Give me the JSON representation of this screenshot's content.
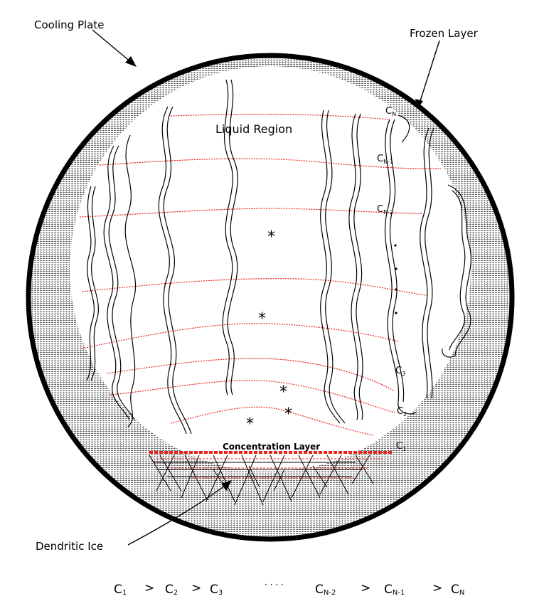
{
  "labels": {
    "cooling_plate": "Cooling Plate",
    "frozen_layer": "Frozen Layer",
    "liquid_region": "Liquid Region",
    "concentration_layer": "Concentration Layer",
    "dendritic_ice": "Dendritic Ice"
  },
  "contour_labels": {
    "cn": "C",
    "cn_sub": "N",
    "cn1": "C",
    "cn1_sub": "N-1",
    "cn2": "C",
    "cn2_sub": "N-2",
    "c3": "C",
    "c3_sub": "3",
    "c2": "C",
    "c2_sub": "2",
    "c1": "C",
    "c1_sub": "1"
  },
  "relation": {
    "c1": "C",
    "c1_sub": "1",
    "gt1": ">",
    "c2": "C",
    "c2_sub": "2",
    "gt2": ">",
    "c3": "C",
    "c3_sub": "3",
    "dots": "· · · ·",
    "cn2": "C",
    "cn2_sub": "N-2",
    "gt3": ">",
    "cn1": "C",
    "cn1_sub": "N-1",
    "gt4": ">",
    "cn": "C",
    "cn_sub": "N"
  },
  "colors": {
    "outline": "#000000",
    "contour": "#e8231e",
    "concentration_layer": "#e8231e"
  }
}
